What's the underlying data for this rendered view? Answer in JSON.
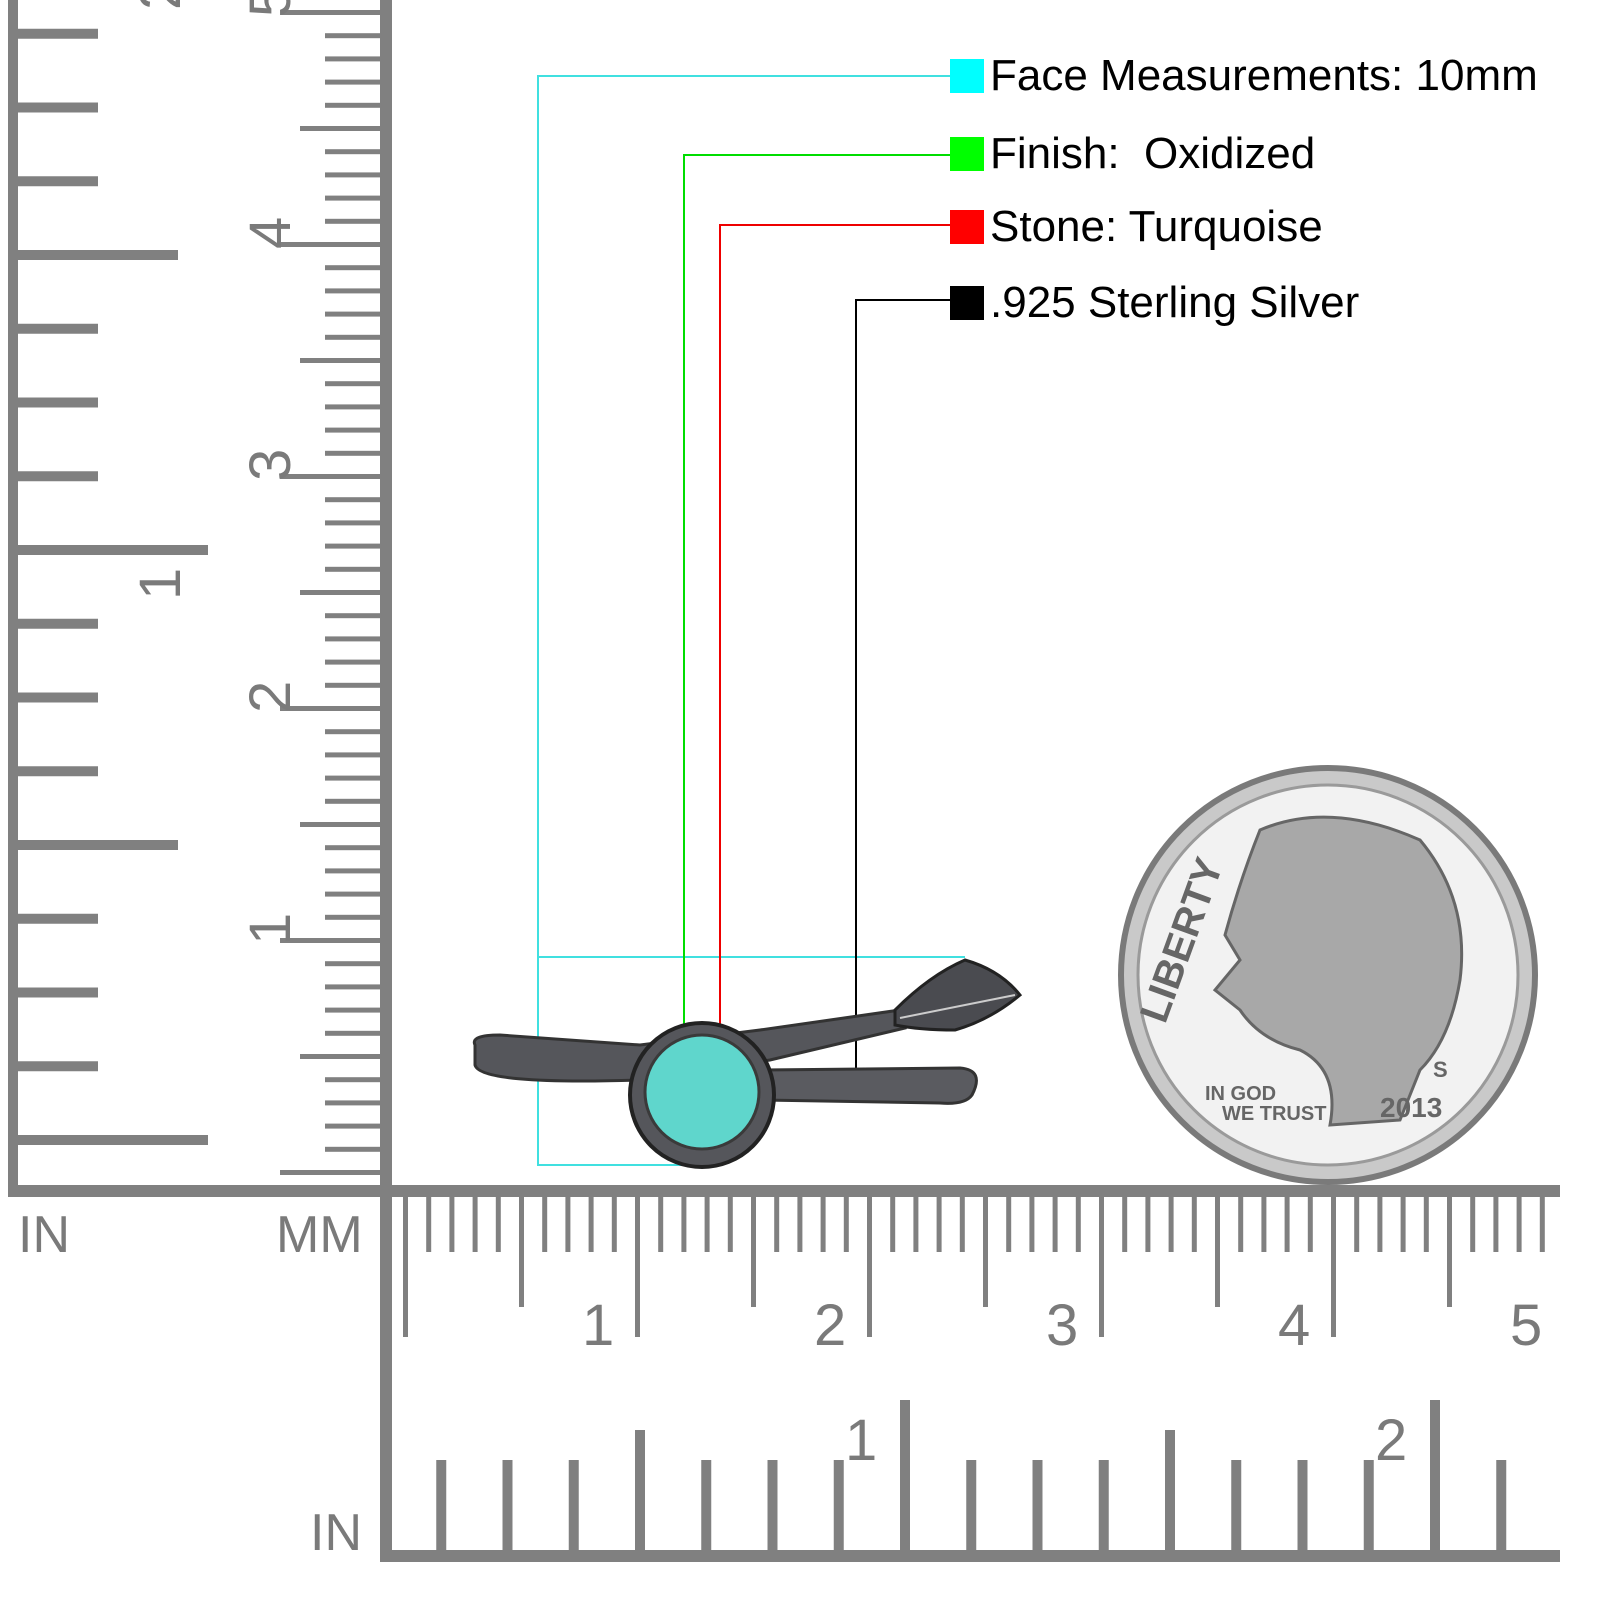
{
  "legend": [
    {
      "label": "Face Measurements: 10mm",
      "color": "#00ffff"
    },
    {
      "label": "Finish:  Oxidized",
      "color": "#00ff00"
    },
    {
      "label": "Stone: Turquoise",
      "color": "#ff0000"
    },
    {
      "label": ".925 Sterling Silver",
      "color": "#000000"
    }
  ],
  "rulers": {
    "left_unit_in": "IN",
    "left_unit_mm": "MM",
    "bottom_unit_in": "IN",
    "mm_labels": [
      "1",
      "2",
      "3",
      "4",
      "5"
    ],
    "in_labels": [
      "1",
      "2"
    ],
    "color": "#808080"
  },
  "coin": {
    "legend_top": "LIBERTY",
    "motto_line1": "IN GOD",
    "motto_line2": "WE TRUST",
    "year": "2013",
    "mint_mark": "S"
  },
  "ring": {
    "stone_color": "#5fd6cc",
    "metal_color": "#55565b"
  }
}
